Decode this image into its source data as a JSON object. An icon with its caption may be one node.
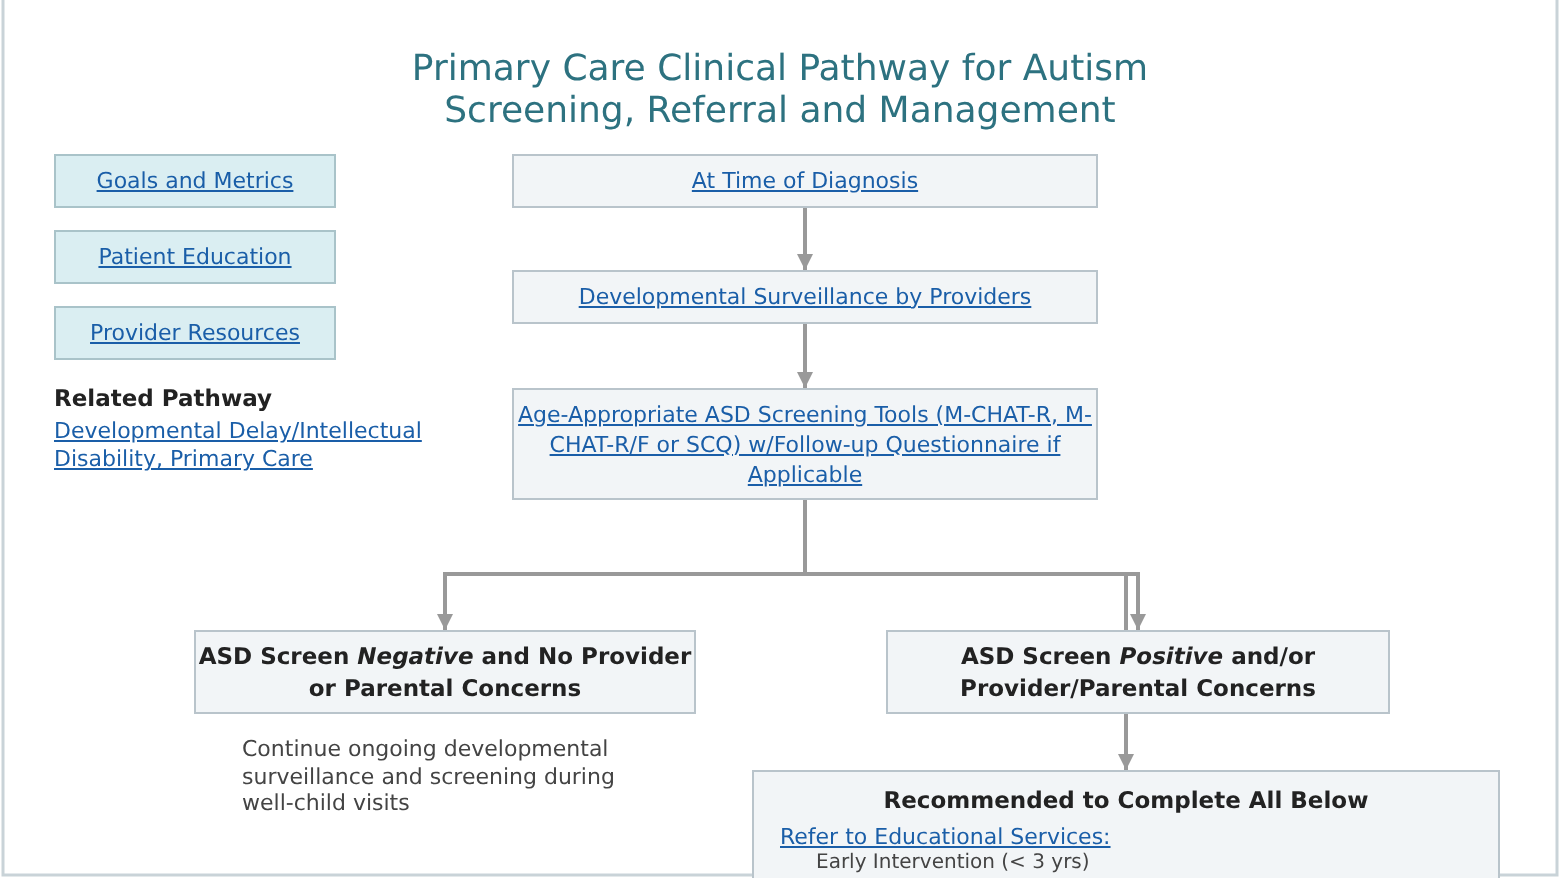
{
  "diagram": {
    "title": "Primary Care Clinical Pathway for Autism Screening, Referral and Management",
    "nodes": [
      {
        "text": [
          "Goals and Metrics"
        ]
      },
      {
        "text": [
          "Patient Education"
        ]
      },
      {
        "text": [
          "Provider Resources"
        ]
      },
      {
        "text": [
          "At Time of Diagnosis"
        ]
      },
      {
        "text": [
          "Developmental Surveillance by Providers"
        ]
      },
      {
        "text": [
          "Age-Appropriate ASD Screening Tools (M-CHAT-R, M-CHAT-R/F or SCQ) w/Follow-up Questionnaire if Applicable"
        ]
      },
      {
        "text": [
          "ASD Screen *Negative* and No Provider or Parental Concerns"
        ],
        "beside": [
          "Continue ongoing developmental surveillance and screening during well-child visits"
        ]
      },
      {
        "text": [
          "ASD Screen *Positive* and/or Provider/Parental Concerns"
        ]
      },
      {
        "text": [
          "Recommended to Complete All Below",
          "Refer to Educational Services:",
          "Early Intervention (< 3 yrs)"
        ]
      }
    ],
    "edges": [
      {
        "from": 3,
        "to": 4,
        "arrow": "to"
      },
      {
        "from": 4,
        "to": 5,
        "arrow": "to"
      },
      {
        "from": 5,
        "to": 6,
        "arrow": "to"
      },
      {
        "from": 5,
        "to": 7,
        "arrow": "to"
      },
      {
        "from": 7,
        "to": 8,
        "arrow": "to"
      }
    ],
    "labels": [
      "Related Pathway",
      "Developmental Delay/Intellectual Disability, Primary Care"
    ]
  }
}
